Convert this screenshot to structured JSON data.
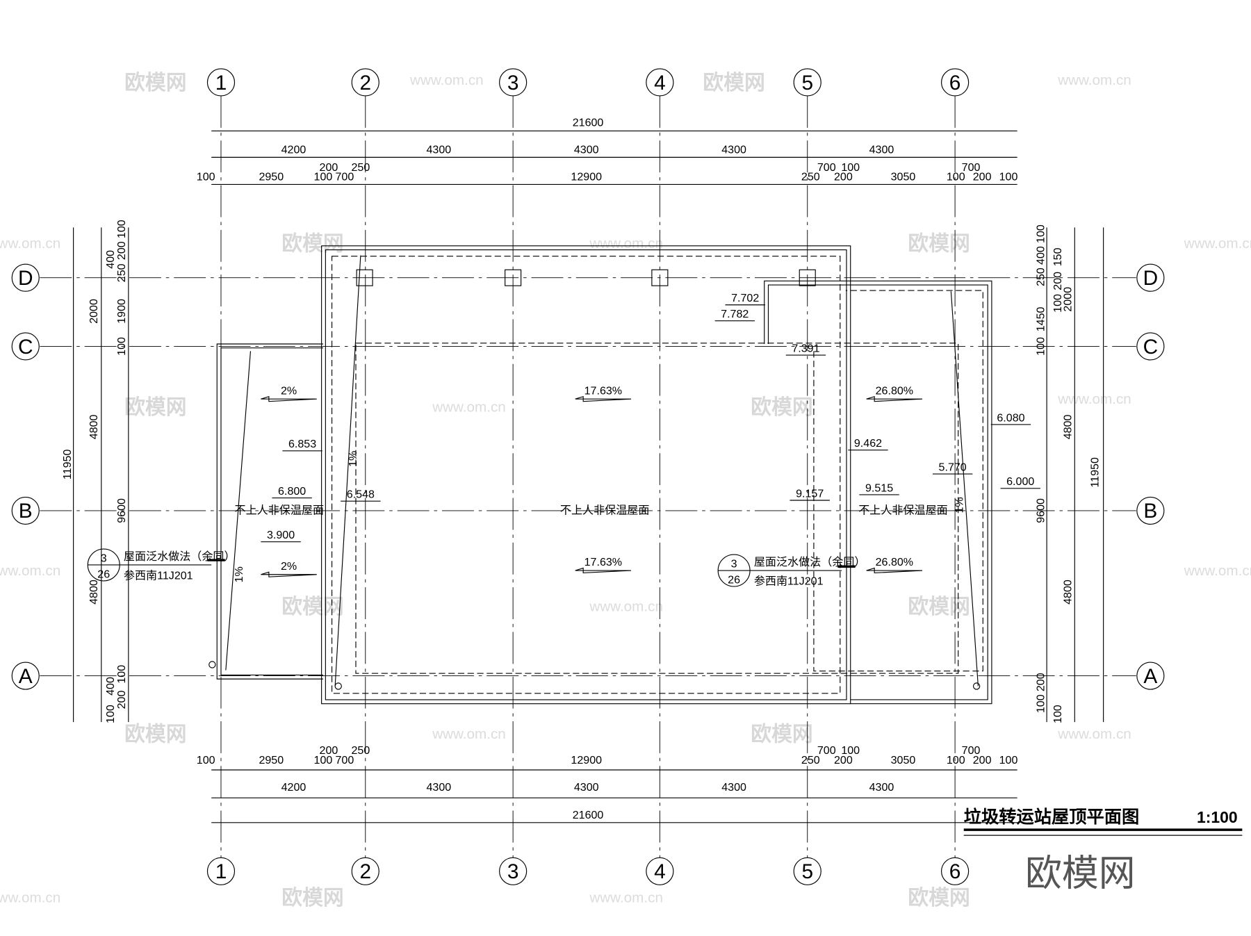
{
  "title": {
    "name": "垃圾转运站屋顶平面图",
    "scale": "1:100"
  },
  "grid": {
    "cols": [
      "1",
      "2",
      "3",
      "4",
      "5",
      "6"
    ],
    "rows": [
      "D",
      "C",
      "B",
      "A"
    ]
  },
  "dims": {
    "top": [
      "21600",
      "4200",
      "4300",
      "4300",
      "4300",
      "4300",
      "100",
      "2950",
      "200",
      "250",
      "100",
      "700",
      "12900",
      "250",
      "700",
      "100",
      "200",
      "3050",
      "100",
      "700",
      "200",
      "100"
    ],
    "bottom": [
      "21600",
      "4200",
      "4300",
      "4300",
      "4300",
      "4300",
      "100",
      "2950",
      "200",
      "250",
      "100",
      "700",
      "12900",
      "250",
      "700",
      "100",
      "200",
      "3050",
      "100",
      "700",
      "200",
      "100"
    ],
    "left": [
      "11950",
      "2000",
      "4800",
      "4800",
      "9600",
      "1900",
      "100",
      "400",
      "250",
      "200",
      "100",
      "400",
      "200",
      "100",
      "100"
    ],
    "right": [
      "11950",
      "2000",
      "4800",
      "4800",
      "9600",
      "1450",
      "100",
      "100",
      "200",
      "150",
      "400",
      "100",
      "250",
      "200",
      "100",
      "100"
    ]
  },
  "elevations": [
    "7.702",
    "7.782",
    "7.391",
    "6.853",
    "6.800",
    "6.548",
    "3.900",
    "9.462",
    "9.157",
    "9.515",
    "6.080",
    "5.770",
    "6.000"
  ],
  "slopes": [
    "2%",
    "17.63%",
    "26.80%",
    "2%",
    "17.63%",
    "26.80%",
    "1%",
    "1%",
    "1%"
  ],
  "roof_labels": [
    "不上人非保温屋面",
    "不上人非保温屋面",
    "不上人非保温屋面"
  ],
  "detail_refs": [
    {
      "num": "3",
      "sheet": "26",
      "note": "屋面泛水做法（余同）",
      "ref": "参西南11J201"
    },
    {
      "num": "3",
      "sheet": "26",
      "note": "屋面泛水做法（余同）",
      "ref": "参西南11J201"
    }
  ],
  "watermark": {
    "brand": "欧模网",
    "url": "www.om.cn",
    "short": "om.cn"
  }
}
